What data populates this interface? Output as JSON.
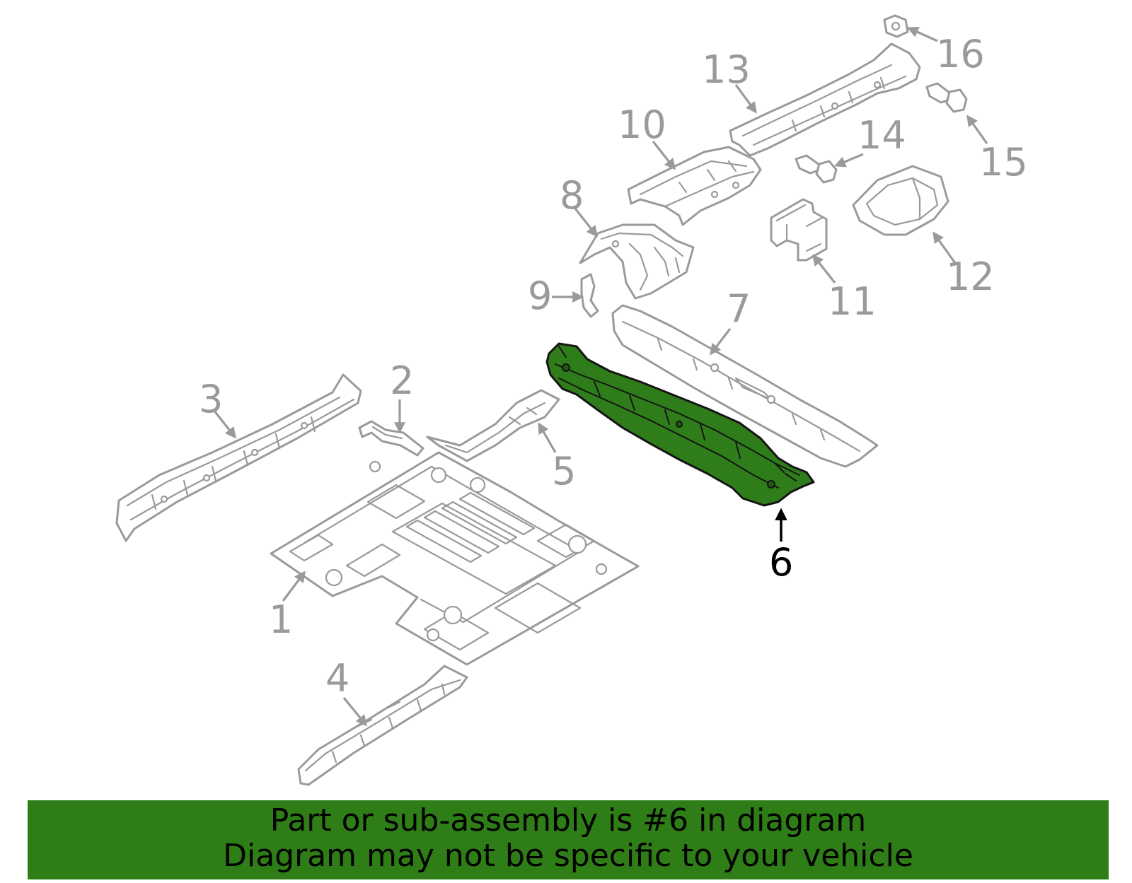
{
  "colors": {
    "highlight": "#2e7d16",
    "part_outline": "#9a9a9a",
    "highlight_callout": "#000000"
  },
  "callouts": {
    "c1": "1",
    "c2": "2",
    "c3": "3",
    "c4": "4",
    "c5": "5",
    "c6": "6",
    "c7": "7",
    "c8": "8",
    "c9": "9",
    "c10": "10",
    "c11": "11",
    "c12": "12",
    "c13": "13",
    "c14": "14",
    "c15": "15",
    "c16": "16"
  },
  "highlighted_part": "6",
  "banner": {
    "line1": "Part or sub-assembly is #6 in diagram",
    "line2": "Diagram may not be specific to your vehicle"
  }
}
